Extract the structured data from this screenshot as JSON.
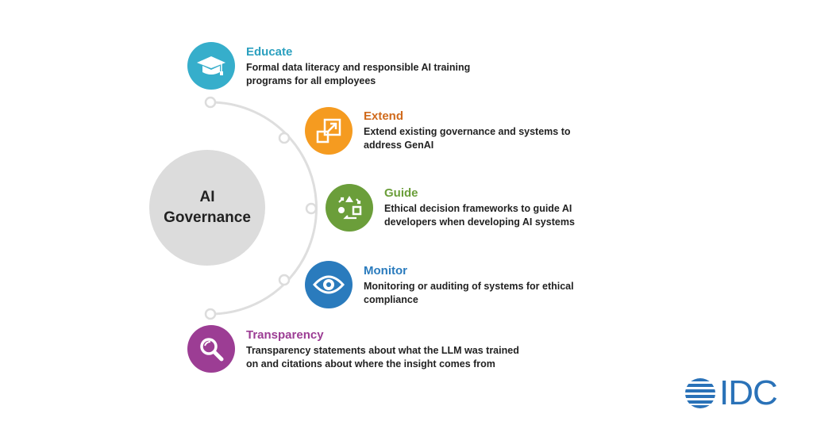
{
  "center": {
    "line1": "AI",
    "line2": "Governance"
  },
  "items": [
    {
      "title": "Educate",
      "desc1": "Formal data literacy and responsible AI training",
      "desc2": "programs for all employees",
      "icon": "graduation-cap-icon",
      "color": "#36aecb",
      "title_color": "#2ba0bf"
    },
    {
      "title": "Extend",
      "desc1": "Extend existing governance and systems to",
      "desc2": "address GenAI",
      "icon": "expand-icon",
      "color": "#f59b20",
      "title_color": "#d06a1c"
    },
    {
      "title": "Guide",
      "desc1": "Ethical decision frameworks to guide AI",
      "desc2": "developers when developing AI systems",
      "icon": "workflow-icon",
      "color": "#6b9e3a",
      "title_color": "#6b9e3a"
    },
    {
      "title": "Monitor",
      "desc1": "Monitoring or auditing of systems for ethical",
      "desc2": "compliance",
      "icon": "eye-icon",
      "color": "#2a7bbd",
      "title_color": "#2a7bbd"
    },
    {
      "title": "Transparency",
      "desc1": "Transparency statements about what the LLM was trained",
      "desc2": "on and citations about where the insight comes from",
      "icon": "magnifier-icon",
      "color": "#9c3d94",
      "title_color": "#9c3d94"
    }
  ],
  "logo": {
    "text": "IDC"
  }
}
